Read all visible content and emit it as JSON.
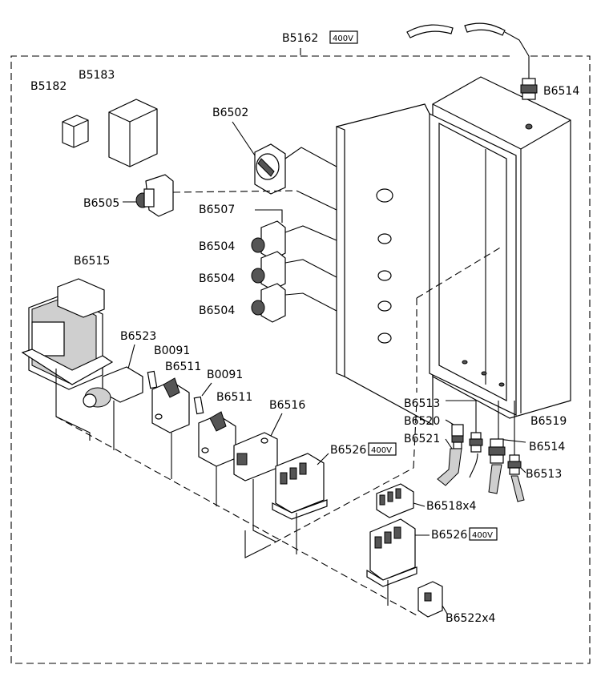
{
  "title": {
    "code": "B5162",
    "badge": "400V"
  },
  "parts": {
    "b5182": "B5182",
    "b5183": "B5183",
    "b6502": "B6502",
    "b6505": "B6505",
    "b6507": "B6507",
    "b6504_1": "B6504",
    "b6504_2": "B6504",
    "b6504_3": "B6504",
    "b6515": "B6515",
    "b6523": "B6523",
    "b0091_1": "B0091",
    "b0091_2": "B0091",
    "b6511_1": "B6511",
    "b6511_2": "B6511",
    "b6516": "B6516",
    "b6526_1": "B6526",
    "b6526_1_badge": "400V",
    "b6526_2": "B6526",
    "b6526_2_badge": "400V",
    "b6518": "B6518x4",
    "b6522": "B6522x4",
    "b6513_1": "B6513",
    "b6520": "B6520",
    "b6521": "B6521",
    "b6514_top": "B6514",
    "b6514_bottom": "B6514",
    "b6513_2": "B6513",
    "b6519": "B6519"
  }
}
